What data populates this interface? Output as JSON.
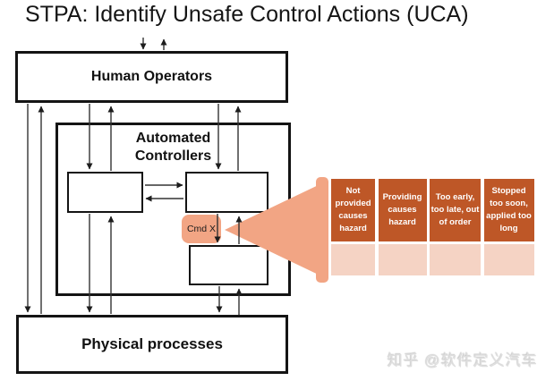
{
  "title": "STPA: Identify Unsafe Control Actions (UCA)",
  "diagram": {
    "human_operators": "Human Operators",
    "automated_controllers": "Automated Controllers",
    "physical_processes": "Physical processes",
    "command_label": "Cmd X"
  },
  "uca_table": {
    "columns": [
      "Not provided causes hazard",
      "Providing causes hazard",
      "Too early, too late, out of order",
      "Stopped too soon, applied too long"
    ],
    "body_row": [
      "",
      "",
      "",
      ""
    ]
  },
  "watermark": "知乎 @软件定义汽车",
  "colors": {
    "table_header": "#BE5727",
    "table_body": "#F5D3C4",
    "salmon": "#F2A584",
    "line": "#333333",
    "box_border": "#141414",
    "watermark_gray": "#DEDEDE"
  }
}
